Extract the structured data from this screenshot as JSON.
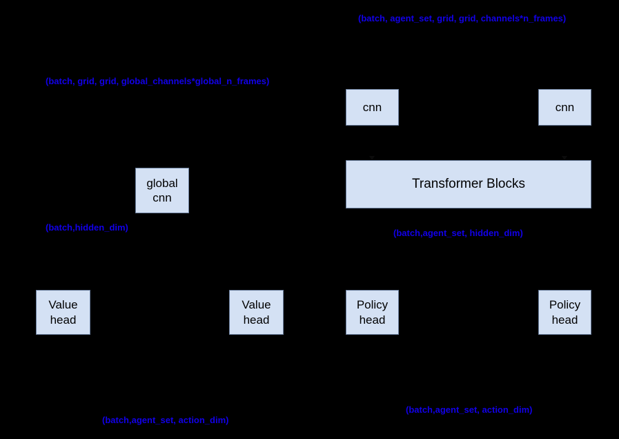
{
  "diagram": {
    "title": "multi-agent policy-value network architecture",
    "background_color": "#000000",
    "node_fill_color": "#d4e1f4",
    "node_text_color": "#000000",
    "label_color": "#1200e8",
    "nodes": [
      {
        "id": "cnn-left",
        "label": "cnn"
      },
      {
        "id": "cnn-right",
        "label": "cnn"
      },
      {
        "id": "global-cnn",
        "label": "global\ncnn"
      },
      {
        "id": "transformer",
        "label": "Transformer Blocks"
      },
      {
        "id": "value-head-1",
        "label": "Value\nhead"
      },
      {
        "id": "value-head-2",
        "label": "Value\nhead"
      },
      {
        "id": "policy-head-1",
        "label": "Policy\nhead"
      },
      {
        "id": "policy-head-2",
        "label": "Policy\nhead"
      }
    ],
    "shape_labels": [
      {
        "id": "agent-input-shape",
        "text": "(batch, agent_set, grid, grid, channels*n_frames)"
      },
      {
        "id": "global-input-shape",
        "text": "(batch, grid, grid, global_channels*global_n_frames)"
      },
      {
        "id": "global-hidden-shape",
        "text": "(batch,hidden_dim)"
      },
      {
        "id": "agent-hidden-shape",
        "text": "(batch,agent_set, hidden_dim)"
      },
      {
        "id": "value-action-shape",
        "text": "(batch,agent_set, action_dim)"
      },
      {
        "id": "policy-action-shape",
        "text": "(batch,agent_set, action_dim)"
      }
    ]
  }
}
